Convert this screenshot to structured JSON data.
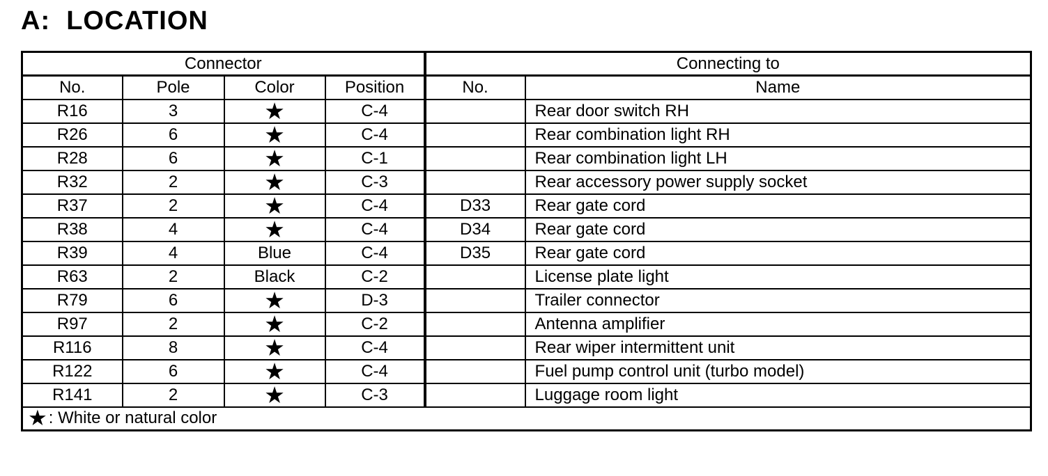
{
  "page": {
    "title": "A:  LOCATION"
  },
  "table": {
    "header_groups": [
      {
        "label": "Connector",
        "colspan": 4
      },
      {
        "label": "Connecting to",
        "colspan": 2
      }
    ],
    "columns": [
      "No.",
      "Pole",
      "Color",
      "Position",
      "No.",
      "Name"
    ],
    "rows": [
      {
        "no": "R16",
        "pole": "3",
        "color": "★",
        "position": "C-4",
        "to_no": "",
        "name": "Rear door switch RH"
      },
      {
        "no": "R26",
        "pole": "6",
        "color": "★",
        "position": "C-4",
        "to_no": "",
        "name": "Rear combination light RH"
      },
      {
        "no": "R28",
        "pole": "6",
        "color": "★",
        "position": "C-1",
        "to_no": "",
        "name": "Rear combination light LH"
      },
      {
        "no": "R32",
        "pole": "2",
        "color": "★",
        "position": "C-3",
        "to_no": "",
        "name": "Rear accessory power supply socket"
      },
      {
        "no": "R37",
        "pole": "2",
        "color": "★",
        "position": "C-4",
        "to_no": "D33",
        "name": "Rear gate cord"
      },
      {
        "no": "R38",
        "pole": "4",
        "color": "★",
        "position": "C-4",
        "to_no": "D34",
        "name": "Rear gate cord"
      },
      {
        "no": "R39",
        "pole": "4",
        "color": "Blue",
        "position": "C-4",
        "to_no": "D35",
        "name": "Rear gate cord"
      },
      {
        "no": "R63",
        "pole": "2",
        "color": "Black",
        "position": "C-2",
        "to_no": "",
        "name": "License plate light"
      },
      {
        "no": "R79",
        "pole": "6",
        "color": "★",
        "position": "D-3",
        "to_no": "",
        "name": "Trailer connector"
      },
      {
        "no": "R97",
        "pole": "2",
        "color": "★",
        "position": "C-2",
        "to_no": "",
        "name": "Antenna amplifier"
      },
      {
        "no": "R116",
        "pole": "8",
        "color": "★",
        "position": "C-4",
        "to_no": "",
        "name": "Rear wiper intermittent unit"
      },
      {
        "no": "R122",
        "pole": "6",
        "color": "★",
        "position": "C-4",
        "to_no": "",
        "name": "Fuel pump control unit (turbo model)"
      },
      {
        "no": "R141",
        "pole": "2",
        "color": "★",
        "position": "C-3",
        "to_no": "",
        "name": "Luggage room light"
      }
    ],
    "footnote": {
      "symbol": "★",
      "text": ": White or natural color"
    }
  },
  "colors": {
    "ink": "#000000",
    "paper": "#ffffff"
  }
}
